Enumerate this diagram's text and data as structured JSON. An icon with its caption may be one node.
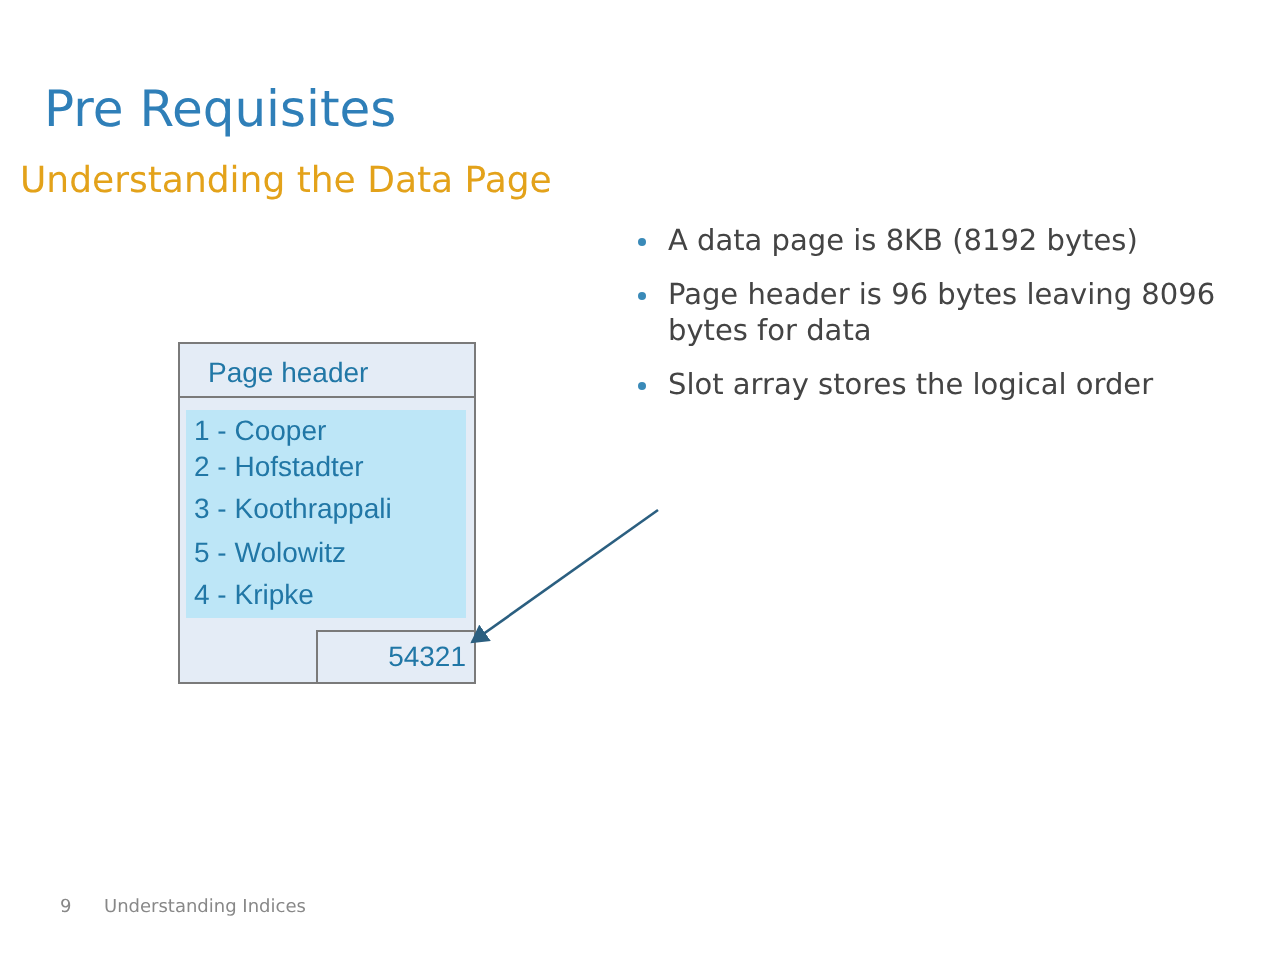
{
  "diagram": {
    "title": "Pre Requisites",
    "nodes": [
      {
        "text": [
          "Page header"
        ]
      },
      {
        "text": [
          "1 - Cooper",
          "2 - Hofstadter",
          "3 - Koothrappali",
          "5 - Wolowitz",
          "4 - Kripke"
        ],
        "in": 0
      },
      {
        "text": [
          "54321"
        ],
        "in": 0
      }
    ],
    "edges": [
      {
        "from": null,
        "to": 2,
        "arrow": "to"
      }
    ],
    "labels": [
      "Understanding the Data Page",
      "A data page is 8KB (8192 bytes)",
      "Page header is 96 bytes leaving 8096 bytes for data",
      "Slot array stores the logical order",
      "9",
      "Understanding Indices"
    ]
  }
}
